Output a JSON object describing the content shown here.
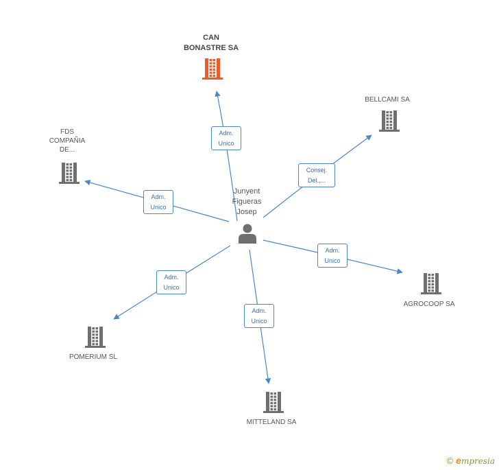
{
  "colors": {
    "edge": "#4a86c8",
    "building": "#6f6f6f",
    "building_main": "#f05a28",
    "person": "#6f6f6f"
  },
  "center": {
    "name_lines": [
      "Junyent",
      "Figueras",
      "Josep"
    ],
    "icon": "person-icon"
  },
  "companies": [
    {
      "id": "can-bonastre",
      "lines": [
        "CAN",
        "BONASTRE SA"
      ],
      "main": true,
      "icon": "building-icon"
    },
    {
      "id": "bellcami",
      "lines": [
        "BELLCAMI SA"
      ],
      "main": false,
      "icon": "building-icon"
    },
    {
      "id": "fds",
      "lines": [
        "FDS",
        "COMPAÑIA",
        "DE..."
      ],
      "main": false,
      "icon": "building-icon"
    },
    {
      "id": "agrocoop",
      "lines": [
        "AGROCOOP SA"
      ],
      "main": false,
      "icon": "building-icon"
    },
    {
      "id": "pomerium",
      "lines": [
        "POMERIUM SL"
      ],
      "main": false,
      "icon": "building-icon"
    },
    {
      "id": "mitteland",
      "lines": [
        "MITTELAND SA"
      ],
      "main": false,
      "icon": "building-icon"
    }
  ],
  "relations": [
    {
      "to": "can-bonastre",
      "lines": [
        "Adm.",
        "Unico"
      ]
    },
    {
      "to": "bellcami",
      "lines": [
        "Consej.",
        "Del.,..."
      ]
    },
    {
      "to": "fds",
      "lines": [
        "Adm.",
        "Unico"
      ]
    },
    {
      "to": "agrocoop",
      "lines": [
        "Adm.",
        "Unico"
      ]
    },
    {
      "to": "pomerium",
      "lines": [
        "Adm.",
        "Unico"
      ]
    },
    {
      "to": "mitteland",
      "lines": [
        "Adm.",
        "Unico"
      ]
    }
  ],
  "footer": {
    "copyright": "©",
    "brand_initial": "e",
    "brand_rest": "mpresia"
  }
}
